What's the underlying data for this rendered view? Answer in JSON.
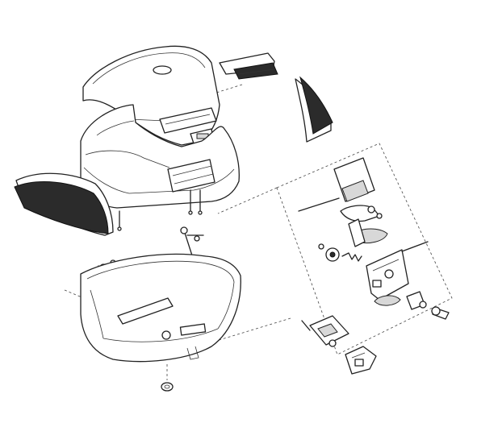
{
  "colors": {
    "line": "#222222",
    "background": "#ffffff",
    "reflector_fill": "#2b2b2b",
    "panel_fill": "#d8d8d8"
  },
  "parts": [
    {
      "name": "lid-cover",
      "icon": "lid-cover-icon"
    },
    {
      "name": "top-reflector-strip",
      "icon": "reflector-icon"
    },
    {
      "name": "right-reflector-panel",
      "icon": "reflector-icon"
    },
    {
      "name": "left-side-panel",
      "icon": "reflector-icon"
    },
    {
      "name": "case-lid-shell",
      "icon": "shell-icon"
    },
    {
      "name": "case-base",
      "icon": "base-icon"
    },
    {
      "name": "hinge-pins",
      "icon": "pin-icon"
    },
    {
      "name": "lock-assembly",
      "icon": "lock-icon"
    },
    {
      "name": "latch-plate",
      "icon": "latch-icon"
    },
    {
      "name": "clip-block",
      "icon": "clip-icon"
    },
    {
      "name": "grommet",
      "icon": "grommet-icon"
    }
  ]
}
